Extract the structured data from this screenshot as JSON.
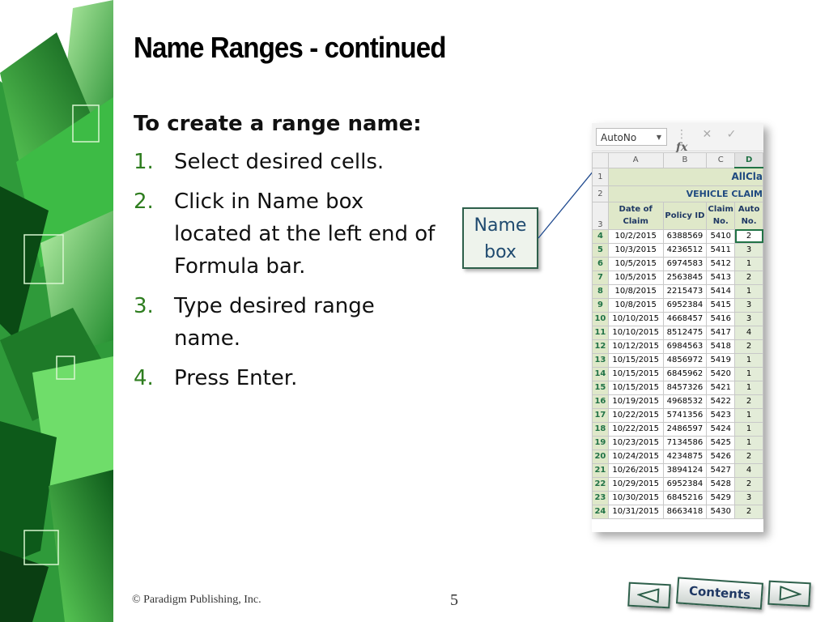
{
  "slide": {
    "title": "Name Ranges - continued",
    "subheading": "To create a range name:",
    "steps": [
      {
        "num": "1.",
        "text": "Select desired cells."
      },
      {
        "num": "2.",
        "text": "Click in Name box located at the left end of Formula bar."
      },
      {
        "num": "3.",
        "text": "Type desired range name."
      },
      {
        "num": "4.",
        "text": "Press Enter."
      }
    ],
    "callout": {
      "line1": "Name",
      "line2": "box"
    },
    "footer": "© Paradigm Publishing, Inc.",
    "page_number": "5"
  },
  "navigation": {
    "prev_icon": "left-arrow-icon",
    "contents_label": "Contents",
    "next_icon": "right-arrow-icon"
  },
  "excel": {
    "name_box_value": "AutoNo",
    "formula_icons": {
      "more": "⋮",
      "cancel": "✕",
      "enter": "✓",
      "fx": "fx"
    },
    "columns": [
      "A",
      "B",
      "C",
      "D"
    ],
    "row1_title": "AllCla",
    "row2_title": "VEHICLE CLAIM",
    "headers": [
      "Date of Claim",
      "Policy ID",
      "Claim No.",
      "Auto No."
    ],
    "row_numbers": [
      "1",
      "2",
      "3"
    ],
    "rows": [
      {
        "row": "4",
        "date": "10/2/2015",
        "policy": "6388569",
        "claim": "5410",
        "auto": "2"
      },
      {
        "row": "5",
        "date": "10/3/2015",
        "policy": "4236512",
        "claim": "5411",
        "auto": "3"
      },
      {
        "row": "6",
        "date": "10/5/2015",
        "policy": "6974583",
        "claim": "5412",
        "auto": "1"
      },
      {
        "row": "7",
        "date": "10/5/2015",
        "policy": "2563845",
        "claim": "5413",
        "auto": "2"
      },
      {
        "row": "8",
        "date": "10/8/2015",
        "policy": "2215473",
        "claim": "5414",
        "auto": "1"
      },
      {
        "row": "9",
        "date": "10/8/2015",
        "policy": "6952384",
        "claim": "5415",
        "auto": "3"
      },
      {
        "row": "10",
        "date": "10/10/2015",
        "policy": "4668457",
        "claim": "5416",
        "auto": "3"
      },
      {
        "row": "11",
        "date": "10/10/2015",
        "policy": "8512475",
        "claim": "5417",
        "auto": "4"
      },
      {
        "row": "12",
        "date": "10/12/2015",
        "policy": "6984563",
        "claim": "5418",
        "auto": "2"
      },
      {
        "row": "13",
        "date": "10/15/2015",
        "policy": "4856972",
        "claim": "5419",
        "auto": "1"
      },
      {
        "row": "14",
        "date": "10/15/2015",
        "policy": "6845962",
        "claim": "5420",
        "auto": "1"
      },
      {
        "row": "15",
        "date": "10/15/2015",
        "policy": "8457326",
        "claim": "5421",
        "auto": "1"
      },
      {
        "row": "16",
        "date": "10/19/2015",
        "policy": "4968532",
        "claim": "5422",
        "auto": "2"
      },
      {
        "row": "17",
        "date": "10/22/2015",
        "policy": "5741356",
        "claim": "5423",
        "auto": "1"
      },
      {
        "row": "18",
        "date": "10/22/2015",
        "policy": "2486597",
        "claim": "5424",
        "auto": "1"
      },
      {
        "row": "19",
        "date": "10/23/2015",
        "policy": "7134586",
        "claim": "5425",
        "auto": "1"
      },
      {
        "row": "20",
        "date": "10/24/2015",
        "policy": "4234875",
        "claim": "5426",
        "auto": "2"
      },
      {
        "row": "21",
        "date": "10/26/2015",
        "policy": "3894124",
        "claim": "5427",
        "auto": "4"
      },
      {
        "row": "22",
        "date": "10/29/2015",
        "policy": "6952384",
        "claim": "5428",
        "auto": "2"
      },
      {
        "row": "23",
        "date": "10/30/2015",
        "policy": "6845216",
        "claim": "5429",
        "auto": "3"
      },
      {
        "row": "24",
        "date": "10/31/2015",
        "policy": "8663418",
        "claim": "5430",
        "auto": "2"
      }
    ]
  },
  "colors": {
    "accent_green": "#2e7d1f",
    "callout_border": "#2d5f4a",
    "excel_green": "#217346",
    "header_fill": "#dfe8c9"
  }
}
